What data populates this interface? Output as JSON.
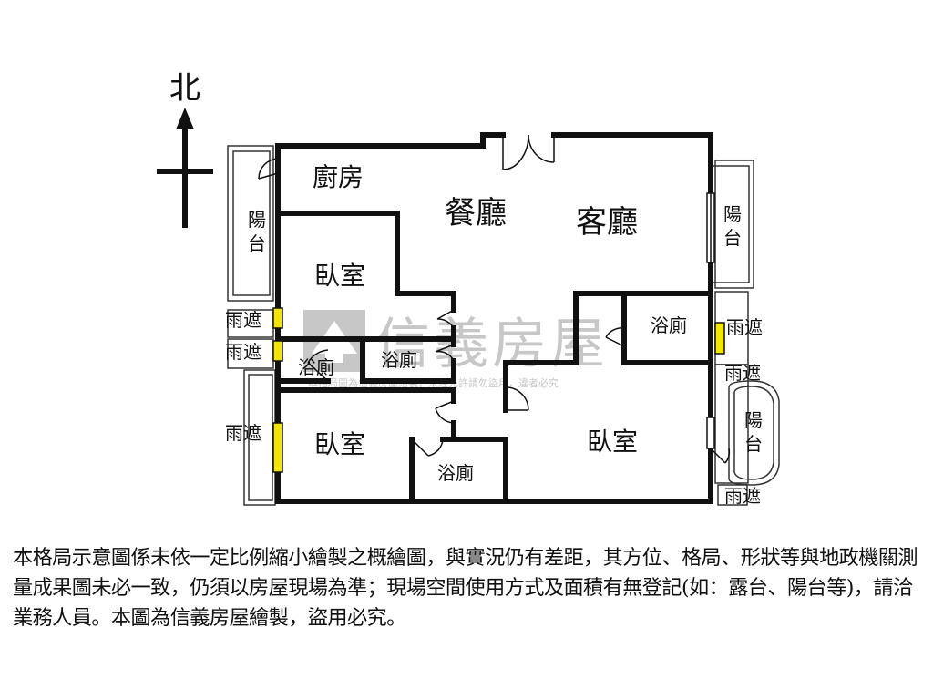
{
  "compass": {
    "north": "北"
  },
  "rooms": {
    "kitchen": "廚房",
    "dining": "餐廳",
    "living": "客廳",
    "bedroom_nw": "臥室",
    "bedroom_sw": "臥室",
    "bedroom_se": "臥室",
    "bath_w": "浴廁",
    "bath_center": "浴廁",
    "bath_e": "浴廁",
    "bath_s": "浴廁",
    "balcony_w": "陽台",
    "balcony_e": "陽台",
    "balcony_se": "陽台",
    "canopy_w1": "雨遮",
    "canopy_w2": "雨遮",
    "canopy_w3": "雨遮",
    "canopy_e1": "雨遮",
    "canopy_e2": "雨遮",
    "canopy_e3": "雨遮"
  },
  "watermark": {
    "brand": "信義房屋",
    "note": "本格局圖為信義房屋繪製，未經允許請勿盜用，違者必究"
  },
  "disclaimer": "本格局示意圖係未依一定比例縮小繪製之概繪圖，與實況仍有差距，其方位、格局、形狀等與地政機關測量成果圖未必一致，仍須以房屋現場為準；現場空間使用方式及面積有無登記(如：露台、陽台等)，請洽業務人員。本圖為信義房屋繪製，盜用必究。",
  "colors": {
    "wall": "#111111",
    "canopy": "#f2e600",
    "watermark": "#9a9a9a"
  }
}
